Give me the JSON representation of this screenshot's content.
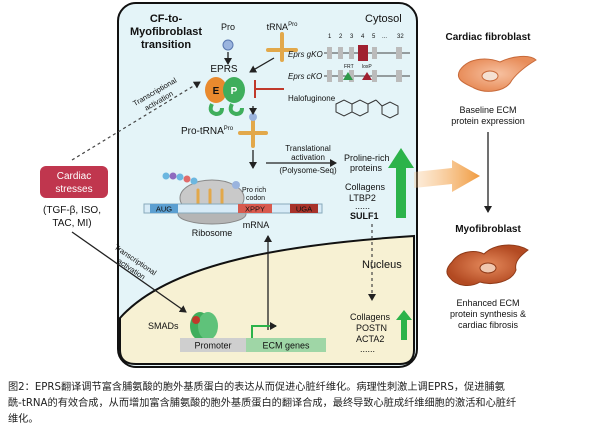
{
  "title": {
    "line1": "CF-to-",
    "line2": "Myofibroblast",
    "line3": "transition"
  },
  "cytosol_label": "Cytosol",
  "nucleus_label": "Nucleus",
  "pro_label": "Pro",
  "trna_label": "tRNA",
  "trna_sup": "Pro",
  "eprs_label": "EPRS",
  "eprs_e": "E",
  "eprs_p": "P",
  "gko_label": "Eprs gKO",
  "cko_label": "Eprs cKO",
  "exon_numbers": [
    "1",
    "2",
    "3",
    "4",
    "5",
    "...",
    "32"
  ],
  "frt_label": "FRT",
  "loxp_label": "loxP",
  "halofuginone_label": "Halofuginone",
  "protrna_label": "Pro-tRNA",
  "protrna_sup": "Pro",
  "translational_activation": {
    "line1": "Translational",
    "line2": "activation",
    "line3": "(Polysome-Seq)"
  },
  "proline_rich": {
    "line1": "Proline-rich",
    "line2": "proteins"
  },
  "collagens_list": [
    "Collagens",
    "LTBP2",
    "......",
    "SULF1"
  ],
  "mrna": {
    "aug": "AUG",
    "xppy": "XPPY",
    "uga": "UGA",
    "mrna": "mRNA",
    "codon1": "Pro rich",
    "codon2": "codon"
  },
  "ribosome_label": "Ribosome",
  "cardiac_stresses": {
    "line1": "Cardiac",
    "line2": "stresses"
  },
  "stress_list": {
    "line1": "(TGF-β, ISO,",
    "line2": "TAC, MI)"
  },
  "transcriptional_activation_top": {
    "line1": "Transcriptional",
    "line2": "activation"
  },
  "transcriptional_activation_bottom": {
    "line1": "Transcriptional",
    "line2": "activation"
  },
  "smads_label": "SMADs",
  "promoter_label": "Promoter",
  "ecm_genes_label": "ECM genes",
  "nuclear_list": [
    "Collagens",
    "POSTN",
    "ACTA2",
    "......"
  ],
  "cardiac_fibroblast": "Cardiac fibroblast",
  "baseline": {
    "line1": "Baseline ECM",
    "line2": "protein expression"
  },
  "myofibroblast": "Myofibroblast",
  "enhanced": {
    "line1": "Enhanced ECM",
    "line2": "protein synthesis &",
    "line3": "cardiac fibrosis"
  },
  "caption": {
    "line1": "图2：EPRS翻译调节富含脯氨酸的胞外基质蛋白的表达从而促进心脏纤维化。病理性刺激上调EPRS，促进脯氨",
    "line2": "酰-tRNA的有效合成，从而增加富含脯氨酸的胞外基质蛋白的翻译合成，最终导致心脏成纤维细胞的激活和心脏纤",
    "line3": "维化。"
  },
  "colors": {
    "cytosol_fill": "#e4f4f8",
    "cell_border": "#111111",
    "nucleus_fill": "#f7f1d3",
    "stress_box": "#c0364e",
    "green_arrow": "#2cb34a",
    "trna": "#e2a84a",
    "eprs_orange": "#e98a2e",
    "eprs_green": "#3fae5c",
    "mrna_blue": "#5b9fd1",
    "mrna_red": "#c0392b",
    "fibroblast": "#e88d5a",
    "myofibroblast": "#c65a2e",
    "dashed": "#444444",
    "halo_arrow": "#c0392b"
  }
}
